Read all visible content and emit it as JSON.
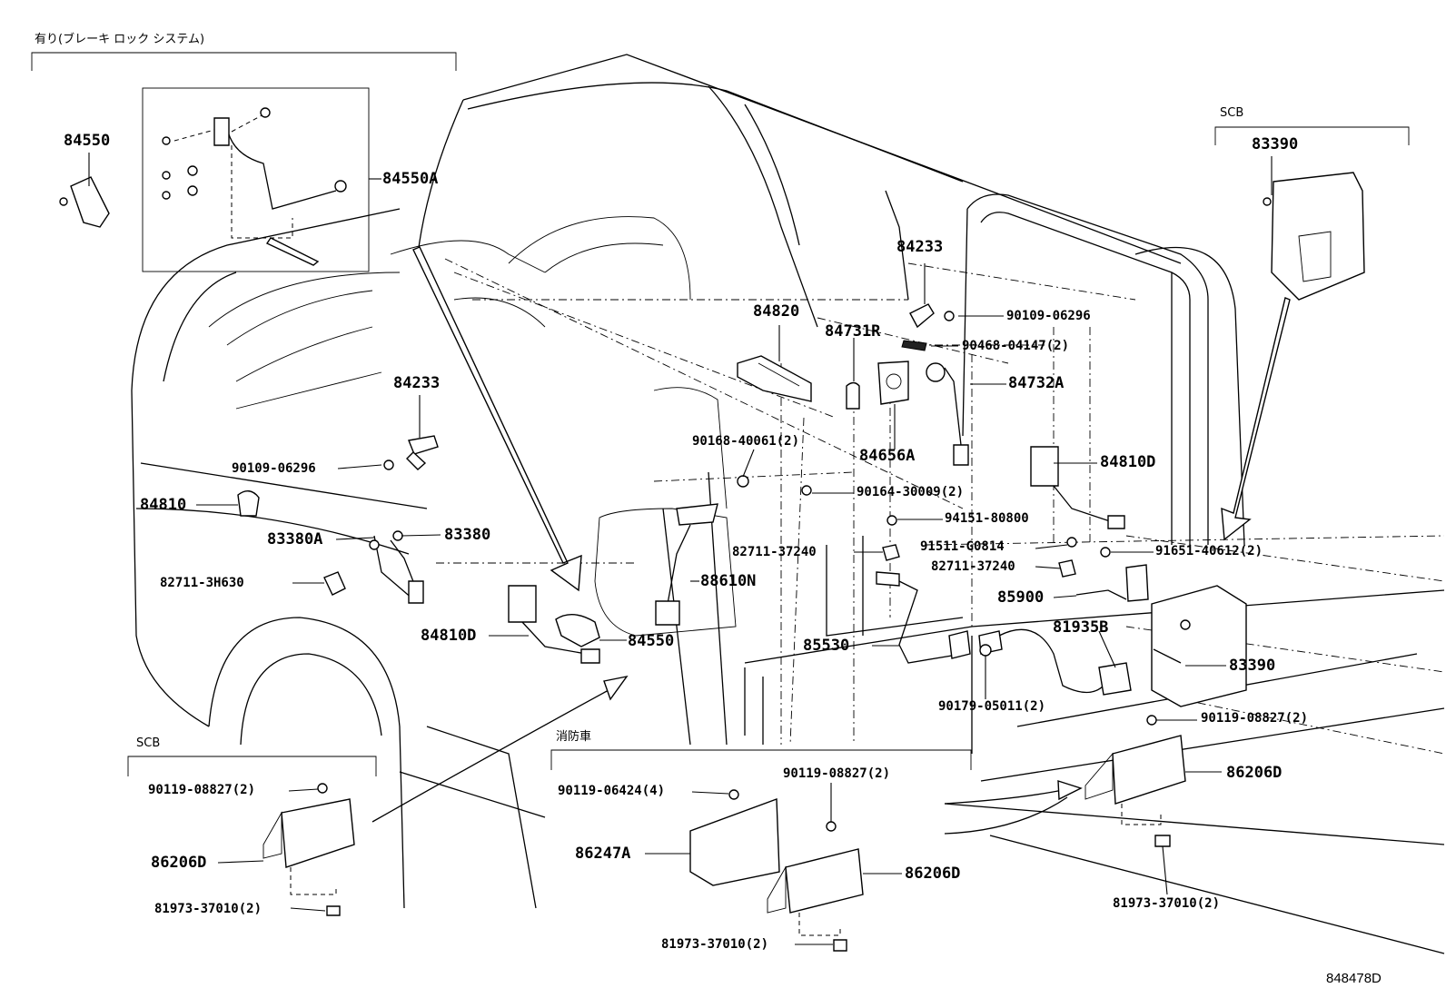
{
  "diagram": {
    "figure_code": "848478D",
    "groups": {
      "brake_lock": "有り(ブレーキ ロック システム)",
      "scb_top_right": "SCB",
      "scb_bottom_left": "SCB",
      "fire_engine": "消防車"
    },
    "labels": {
      "p84550_top": "84550",
      "p84550A": "84550A",
      "p84233_left": "84233",
      "p90109_left": "90109-06296",
      "p84810": "84810",
      "p83380A": "83380A",
      "p83380": "83380",
      "p82711_3H630": "82711-3H630",
      "p84810D_left": "84810D",
      "p84550_mid": "84550",
      "p88610N": "88610N",
      "p90168": "90168-40061(2)",
      "p84820": "84820",
      "p84731R": "84731R",
      "p84233_right": "84233",
      "p90109_right": "90109-06296",
      "p90468": "90468-04147(2)",
      "p84732A": "84732A",
      "p84656A": "84656A",
      "p90164": "90164-30009(2)",
      "p94151": "94151-80800",
      "p82711_a": "82711-37240",
      "p91511": "91511-G0814",
      "p91651": "91651-40612(2)",
      "p82711_b": "82711-37240",
      "p85900": "85900",
      "p81935B": "81935B",
      "p85530": "85530",
      "p90179": "90179-05011(2)",
      "p84810D_right": "84810D",
      "p83390_top": "83390",
      "p83390_mid": "83390",
      "p90119_right": "90119-08827(2)",
      "p86206D_right": "86206D",
      "p81973_right": "81973-37010(2)",
      "p90119_bl": "90119-08827(2)",
      "p86206D_bl": "86206D",
      "p81973_bl": "81973-37010(2)",
      "p90119_06424": "90119-06424(4)",
      "p90119_bm": "90119-08827(2)",
      "p86247A": "86247A",
      "p86206D_bm": "86206D",
      "p81973_bm": "81973-37010(2)"
    }
  }
}
